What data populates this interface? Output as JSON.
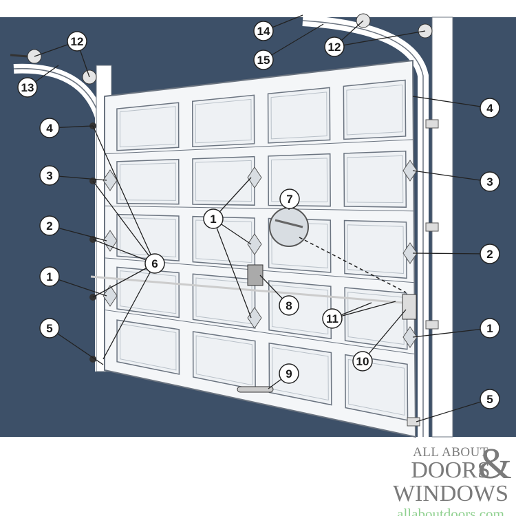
{
  "diagram": {
    "colors": {
      "background": "#3d5068",
      "door": "#f4f6f8",
      "outline": "#6b7480",
      "callout_fill": "#ffffff"
    },
    "callouts": [
      {
        "id": "c12a",
        "label": "12"
      },
      {
        "id": "c13",
        "label": "13"
      },
      {
        "id": "c4l",
        "label": "4"
      },
      {
        "id": "c3l",
        "label": "3"
      },
      {
        "id": "c2l",
        "label": "2"
      },
      {
        "id": "c1l",
        "label": "1"
      },
      {
        "id": "c5l",
        "label": "5"
      },
      {
        "id": "c6",
        "label": "6"
      },
      {
        "id": "c1c",
        "label": "1"
      },
      {
        "id": "c7",
        "label": "7"
      },
      {
        "id": "c8",
        "label": "8"
      },
      {
        "id": "c11",
        "label": "11"
      },
      {
        "id": "c10",
        "label": "10"
      },
      {
        "id": "c9",
        "label": "9"
      },
      {
        "id": "c14",
        "label": "14"
      },
      {
        "id": "c15",
        "label": "15"
      },
      {
        "id": "c12b",
        "label": "12"
      },
      {
        "id": "c4r",
        "label": "4"
      },
      {
        "id": "c3r",
        "label": "3"
      },
      {
        "id": "c2r",
        "label": "2"
      },
      {
        "id": "c1r",
        "label": "1"
      },
      {
        "id": "c5r",
        "label": "5"
      }
    ]
  },
  "logo": {
    "line1": "ALL ABOUT",
    "line2": "DOORS",
    "ampersand": "&",
    "line3": "WINDOWS",
    "url": "allaboutdoors.com"
  }
}
